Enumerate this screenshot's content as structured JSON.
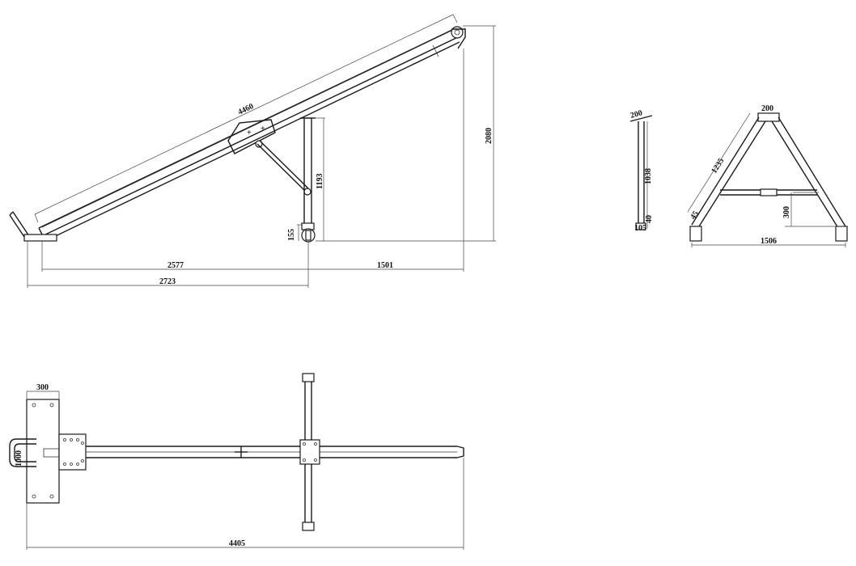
{
  "dimensions": {
    "side_beam_length": "4460",
    "side_total_height": "2080",
    "side_support_height": "1193",
    "side_wheel_height": "155",
    "side_span_a": "2577",
    "side_span_b": "1501",
    "side_span_c": "2723",
    "end_top_width": "200",
    "end_height": "1038",
    "end_base_a": "40",
    "end_base_b": "105",
    "front_top_width": "200",
    "front_leg_length": "1235",
    "front_small": "45",
    "front_crossbar_height": "300",
    "front_base_width": "1506",
    "plan_plate_width": "300",
    "plan_plate_height": "1000",
    "plan_total_length": "4405"
  }
}
